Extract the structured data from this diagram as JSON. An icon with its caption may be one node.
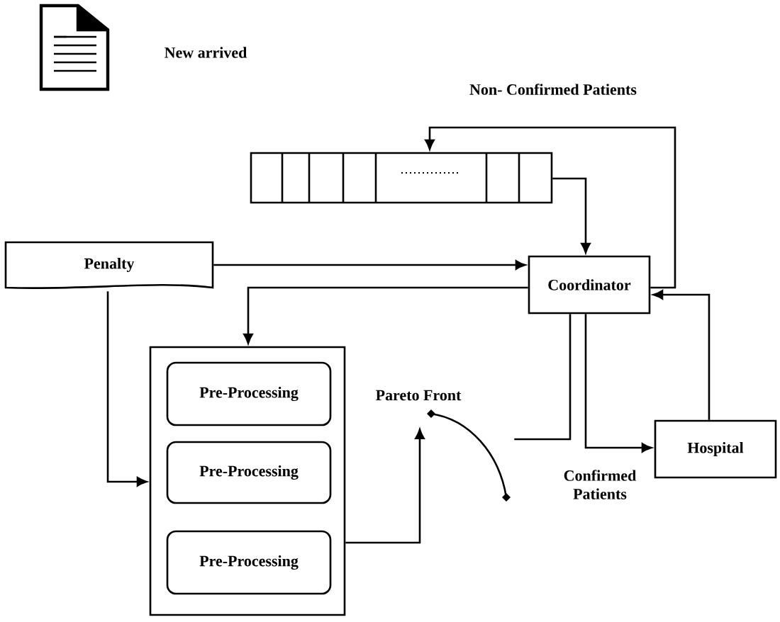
{
  "diagram": {
    "nodes": [
      {
        "text": [],
        "shape": "box"
      },
      {
        "text": [
          "Penalty"
        ]
      },
      {
        "text": [
          "Coordinator"
        ]
      },
      {
        "text": [],
        "shape": "box"
      },
      {
        "text": [
          "Pre-Processing"
        ],
        "in": 3
      },
      {
        "text": [
          "Pre-Processing"
        ],
        "in": 3
      },
      {
        "text": [
          "Pre-Processing"
        ],
        "in": 3
      },
      {
        "text": [],
        "shape": "arc",
        "beside": [
          "Pareto Front"
        ]
      },
      {
        "text": [
          "Hospital"
        ]
      }
    ],
    "edges": [
      {
        "from": 0,
        "to": 2,
        "arrow": "to"
      },
      {
        "from": 2,
        "to": 0,
        "arrow": "to",
        "label": "Non- Confirmed Patients"
      },
      {
        "from": 1,
        "to": 2,
        "arrow": "to"
      },
      {
        "from": 2,
        "to": 3,
        "arrow": "to"
      },
      {
        "from": 1,
        "to": 3,
        "arrow": "to"
      },
      {
        "from": 3,
        "to": 7,
        "arrow": "to"
      },
      {
        "from": 7,
        "to": 2,
        "arrow": "none"
      },
      {
        "from": 2,
        "to": 8,
        "arrow": "to",
        "label": "Confirmed Patients"
      },
      {
        "from": 8,
        "to": 2,
        "arrow": "to"
      }
    ],
    "labels": [
      "New arrived"
    ]
  }
}
